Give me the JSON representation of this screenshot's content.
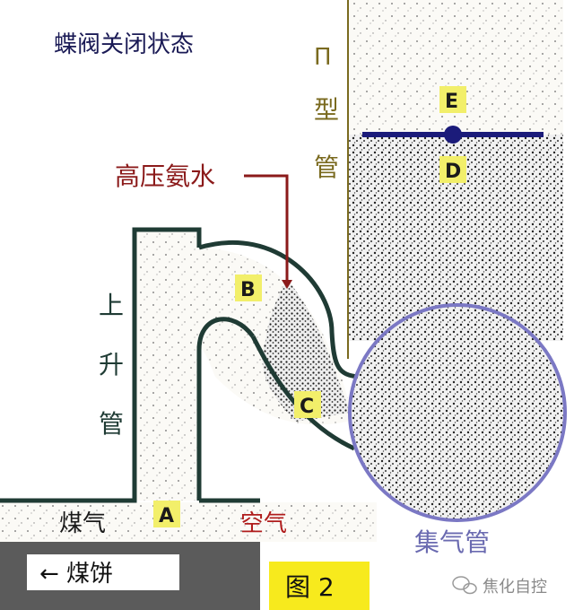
{
  "title": "蝶阀关闭状态",
  "pi_tube_label": [
    "Π",
    "型",
    "管"
  ],
  "riser_label": [
    "上",
    "升",
    "管"
  ],
  "ammonia_label": "高压氨水",
  "points": {
    "A": "A",
    "B": "B",
    "C": "C",
    "D": "D",
    "E": "E"
  },
  "gas_label": "煤气",
  "air_label": "空气",
  "collector_label": "集气管",
  "coke_label": "← 煤饼",
  "figure_label": "图 2",
  "watermark": "焦化自控",
  "colors": {
    "pipe_wall": "#1f3b34",
    "collector_ring": "#7b78c4",
    "pi_tube_text": "#7a6a1f",
    "ammonia_line": "#8b1a1a",
    "ammonia_text": "#8b1a1a",
    "title": "#1a1a55",
    "point_box": "#f2ef6a",
    "butterfly": "#1b1b7a",
    "coke": "#5b5b5b",
    "figure_box": "#f7ea1d",
    "air_text": "#b01c1c",
    "collector_text": "#6a6ab0"
  }
}
